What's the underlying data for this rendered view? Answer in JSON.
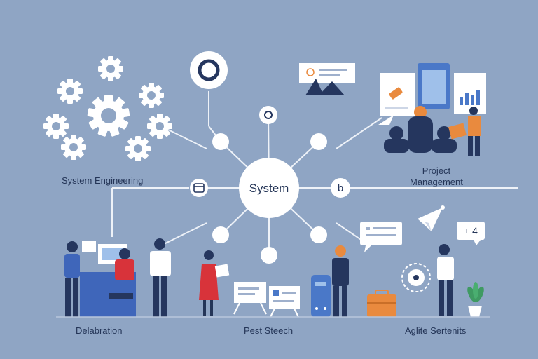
{
  "hub": {
    "label": "System"
  },
  "labels": {
    "system_engineering": "System Engineering",
    "project_management_line1": "Project",
    "project_management_line2": "Management",
    "deliberation": "Delabration",
    "post_speech": "Pest Steech",
    "agile": "Aglite Sertenits"
  },
  "nodes": {
    "right_letter": "b"
  },
  "badge": {
    "text": "+ 4"
  },
  "icons": {
    "gears": "gear-icon",
    "ring": "ring-icon",
    "small_ring": "ring-small-icon",
    "calendar": "calendar-icon",
    "paper_plane": "paper-plane-icon",
    "plant": "plant-icon",
    "briefcase": "briefcase-icon"
  },
  "colors": {
    "background": "#8fa5c4",
    "node_fill": "#ffffff",
    "connector": "#eef2f8",
    "text": "#243557",
    "accent_navy": "#25365e",
    "accent_orange": "#e98a3e",
    "accent_red": "#d8333a"
  }
}
